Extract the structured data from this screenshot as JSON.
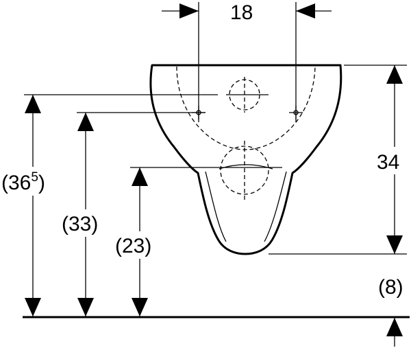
{
  "dimensions": {
    "hole_spacing": "18",
    "bowl_height": "34",
    "overall_height_main": "(36",
    "overall_height_sup": "5",
    "overall_height_close": ")",
    "mount_height": "(33)",
    "outlet_height": "(23)",
    "floor_clearance": "(8)"
  }
}
